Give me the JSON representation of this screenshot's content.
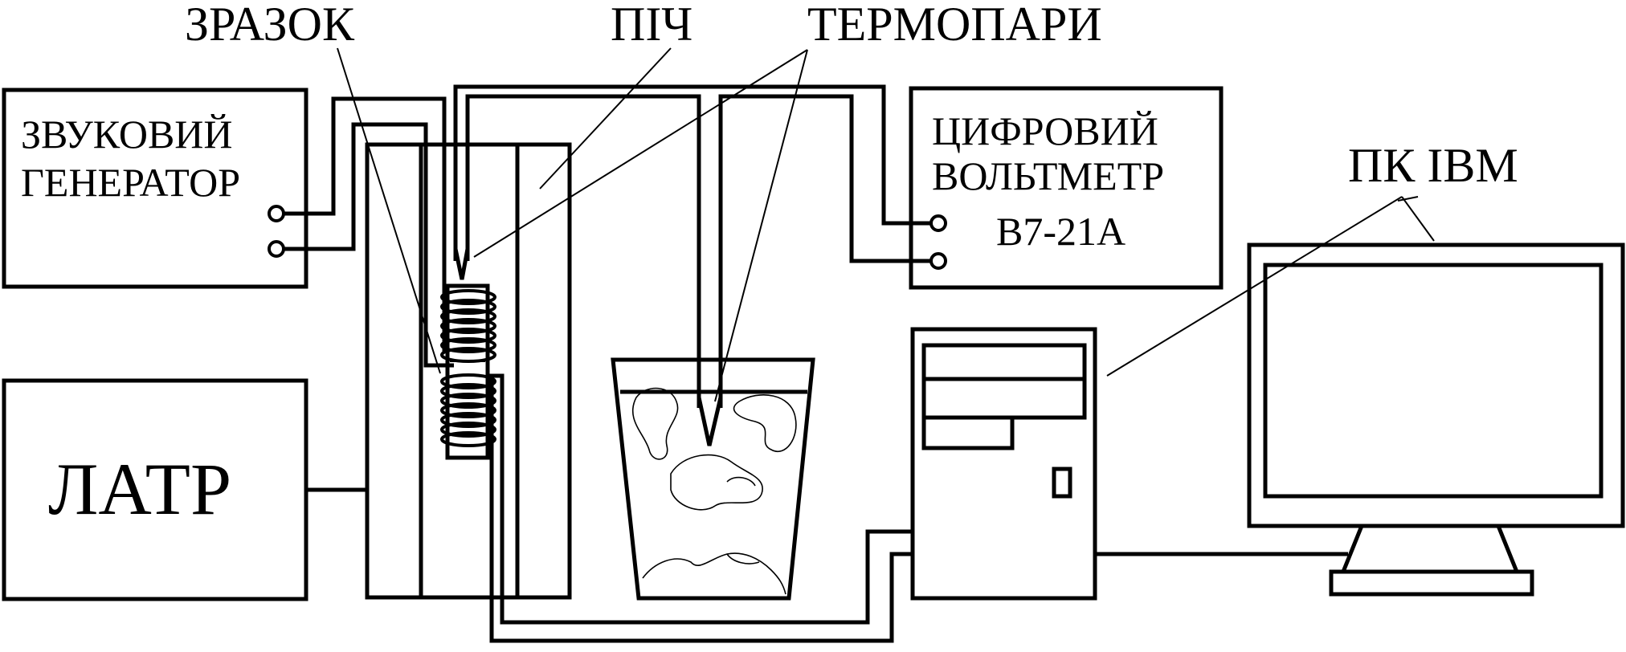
{
  "labels": {
    "sample": "ЗРАЗОК",
    "furnace": "ПІЧ",
    "thermocouples": "ТЕРМОПАРИ",
    "pc": "ПК IBM"
  },
  "generator": {
    "line1": "ЗВУКОВИЙ",
    "line2": "ГЕНЕРАТОР"
  },
  "voltmeter": {
    "line1": "ЦИФРОВИЙ",
    "line2": "ВОЛЬТМЕТР",
    "model": "В7-21А"
  },
  "latr": {
    "label": "ЛАТР"
  },
  "colors": {
    "ink": "#000000",
    "background": "#ffffff"
  }
}
